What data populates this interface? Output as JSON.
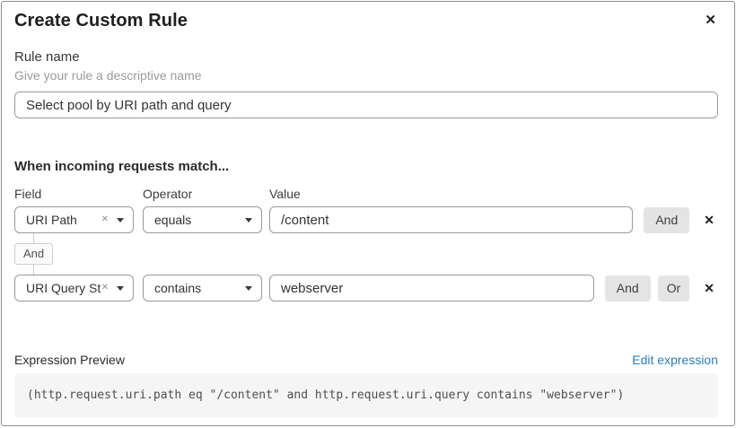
{
  "dialog": {
    "title": "Create Custom Rule"
  },
  "rule_name": {
    "label": "Rule name",
    "hint": "Give your rule a descriptive name",
    "value": "Select pool by URI path and query"
  },
  "match": {
    "heading": "When incoming requests match...",
    "columns": {
      "field": "Field",
      "operator": "Operator",
      "value": "Value"
    },
    "joiner": "And",
    "rows": [
      {
        "field": "URI Path",
        "operator": "equals",
        "value": "/content",
        "and_label": "And"
      },
      {
        "field": "URI Query St...",
        "operator": "contains",
        "value": "webserver",
        "and_label": "And",
        "or_label": "Or"
      }
    ]
  },
  "expression": {
    "label": "Expression Preview",
    "edit_link": "Edit expression",
    "code": "(http.request.uri.path eq \"/content\" and http.request.uri.query contains \"webserver\")"
  },
  "colors": {
    "link_blue": "#2c7cb8",
    "button_gray": "#e4e4e4",
    "input_border_gray": "#9a9a9a",
    "code_background": "#f5f5f5"
  }
}
